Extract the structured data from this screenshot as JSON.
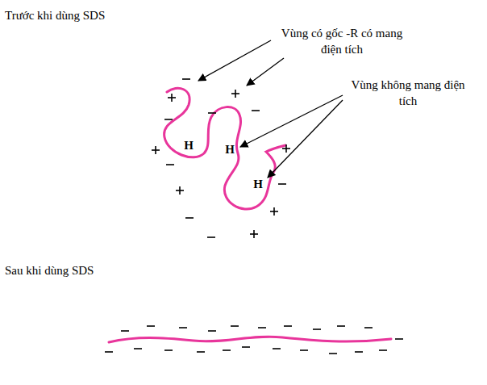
{
  "diagram": {
    "labels": [
      "Trước khi dùng SDS",
      "Vùng có gốc -R có mang điện tích",
      "Vùng không mang điện tích",
      "H",
      "H",
      "H",
      "Sau khi dùng SDS"
    ]
  }
}
